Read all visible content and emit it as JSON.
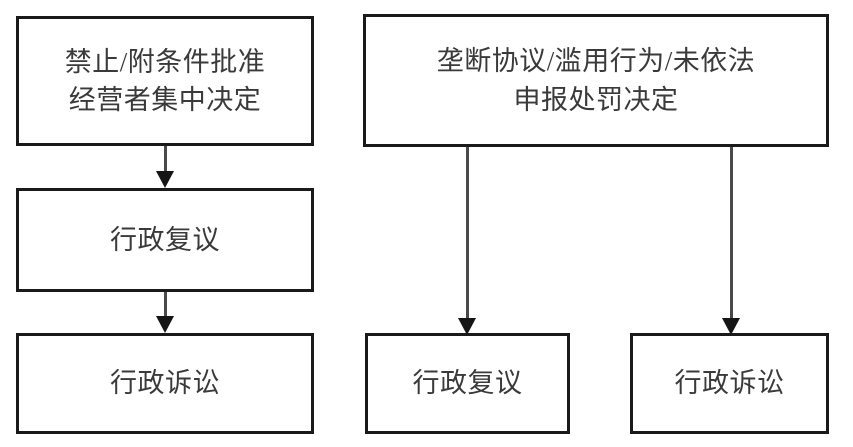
{
  "diagram": {
    "type": "flowchart",
    "orientation": "top-to-bottom",
    "background_color": "#ffffff",
    "border_color": "#1a1a1a",
    "text_color": "#3a3a3a",
    "arrow_color": "#151515",
    "branches": [
      {
        "id": "merger-control-branch",
        "nodes": [
          "merger_decision",
          "left_reconsideration",
          "left_litigation"
        ]
      },
      {
        "id": "antitrust-penalty-branch",
        "nodes": [
          "penalty_decision",
          "right_reconsideration",
          "right_litigation"
        ]
      }
    ],
    "nodes": {
      "merger_decision": {
        "label": "禁止/附条件批准\n经营者集中决定",
        "line1": "禁止/附条件批准",
        "line2": "经营者集中决定"
      },
      "left_reconsideration": {
        "label": "行政复议"
      },
      "left_litigation": {
        "label": "行政诉讼"
      },
      "penalty_decision": {
        "label": "垄断协议/滥用行为/未依法\n申报处罚决定",
        "line1": "垄断协议/滥用行为/未依法",
        "line2": "申报处罚决定"
      },
      "right_reconsideration": {
        "label": "行政复议"
      },
      "right_litigation": {
        "label": "行政诉讼"
      }
    },
    "edges": [
      {
        "id": "merger-to-reconsideration",
        "from": "merger_decision",
        "to": "left_reconsideration",
        "label": "",
        "arrowhead": "solid-triangle"
      },
      {
        "id": "reconsideration-to-litigation",
        "from": "left_reconsideration",
        "to": "left_litigation",
        "label": "",
        "arrowhead": "solid-triangle"
      },
      {
        "id": "penalty-to-reconsideration",
        "from": "penalty_decision",
        "to": "right_reconsideration",
        "label": "",
        "arrowhead": "solid-triangle"
      },
      {
        "id": "penalty-to-litigation",
        "from": "penalty_decision",
        "to": "right_litigation",
        "label": "",
        "arrowhead": "solid-triangle"
      }
    ]
  }
}
